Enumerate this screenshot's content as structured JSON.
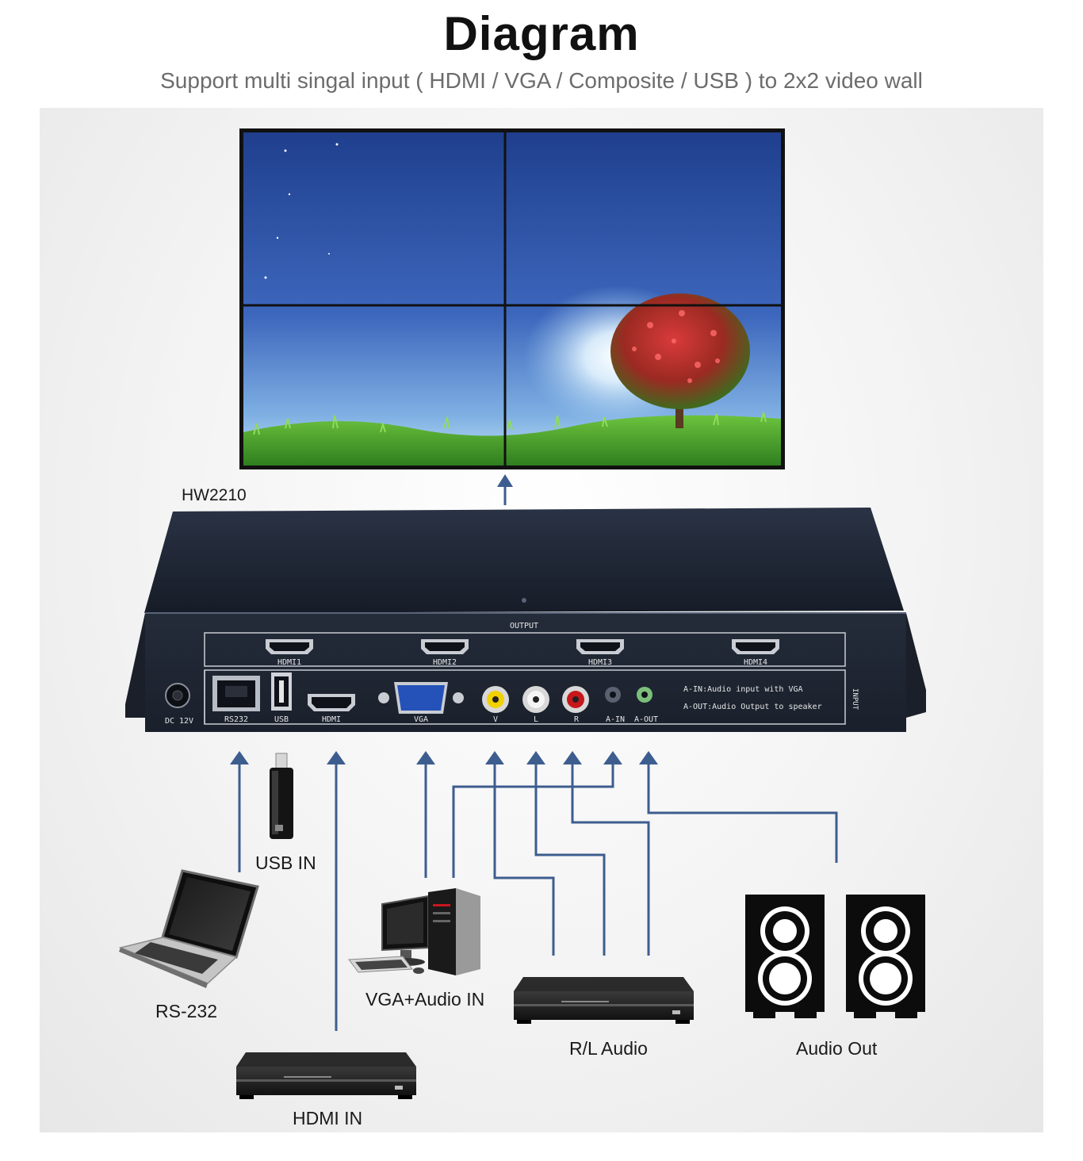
{
  "header": {
    "title": "Diagram",
    "subtitle": "Support multi singal input ( HDMI / VGA / Composite / USB ) to 2x2 video wall"
  },
  "device": {
    "model": "HW2210",
    "output_label": "OUTPUT",
    "input_label": "INPUT",
    "output_ports": [
      "HDMI1",
      "HDMI2",
      "HDMI3",
      "HDMI4"
    ],
    "power_label": "DC 12V",
    "input_ports": [
      "RS232",
      "USB",
      "HDMI",
      "VGA",
      "V",
      "L",
      "R",
      "A-IN",
      "A-OUT"
    ],
    "note_ain": "A-IN:Audio input with VGA",
    "note_aout": "A-OUT:Audio Output to speaker"
  },
  "sources": {
    "rs232": "RS-232",
    "usb": "USB IN",
    "hdmi": "HDMI IN",
    "vga": "VGA+Audio IN",
    "rl": "R/L Audio",
    "audio_out": "Audio Out"
  },
  "colors": {
    "arrow": "#3d5d8f",
    "device_body": "#1f2633",
    "screen_sky_top": "#1f3f8d",
    "grass": "#3f9a2a"
  }
}
